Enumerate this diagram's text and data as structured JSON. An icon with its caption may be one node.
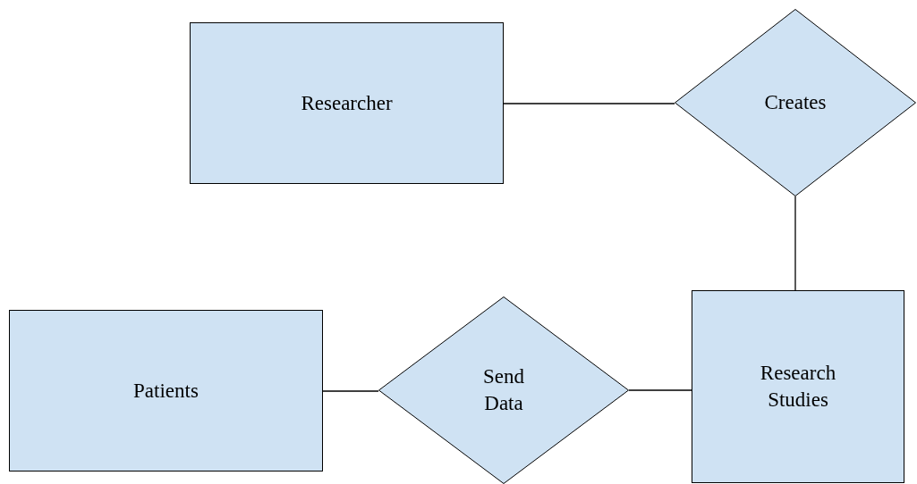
{
  "diagram": {
    "nodes": [
      {
        "text": [
          "Researcher"
        ]
      },
      {
        "text": [
          "Creates"
        ]
      },
      {
        "text": [
          "Research Studies"
        ]
      },
      {
        "text": [
          "Patients"
        ]
      },
      {
        "text": [
          "Send Data"
        ]
      }
    ],
    "edges": [
      {
        "from": 0,
        "to": 1,
        "arrow": "none"
      },
      {
        "from": 1,
        "to": 2,
        "arrow": "none"
      },
      {
        "from": 3,
        "to": 4,
        "arrow": "none"
      },
      {
        "from": 4,
        "to": 2,
        "arrow": "none"
      }
    ]
  }
}
